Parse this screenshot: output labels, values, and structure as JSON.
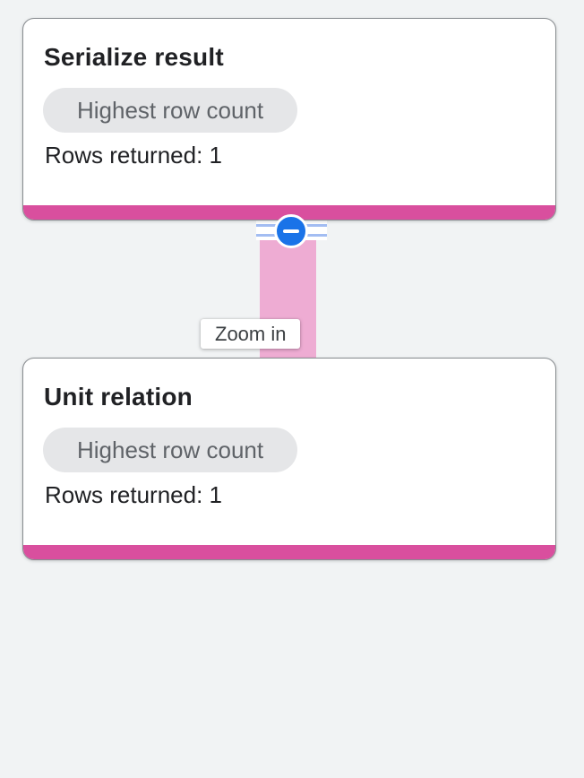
{
  "nodes": [
    {
      "title": "Serialize result",
      "badge": "Highest row count",
      "rows": "Rows returned: 1"
    },
    {
      "title": "Unit relation",
      "badge": "Highest row count",
      "rows": "Rows returned: 1"
    }
  ],
  "edge": {
    "tooltip": "Zoom in",
    "collapse_icon": "minus-in-circle"
  },
  "colors": {
    "background": "#f1f3f4",
    "card_border": "#888c90",
    "highlight_bar": "#d94f9e",
    "connector": "#eeacd3",
    "collapse_button_blue": "#1a73e8",
    "band_stripe_blue": "#a3bdf2",
    "badge_background": "#e5e6e8",
    "badge_text": "#5f6368",
    "text": "#202124",
    "tooltip_text": "#3c4043"
  }
}
